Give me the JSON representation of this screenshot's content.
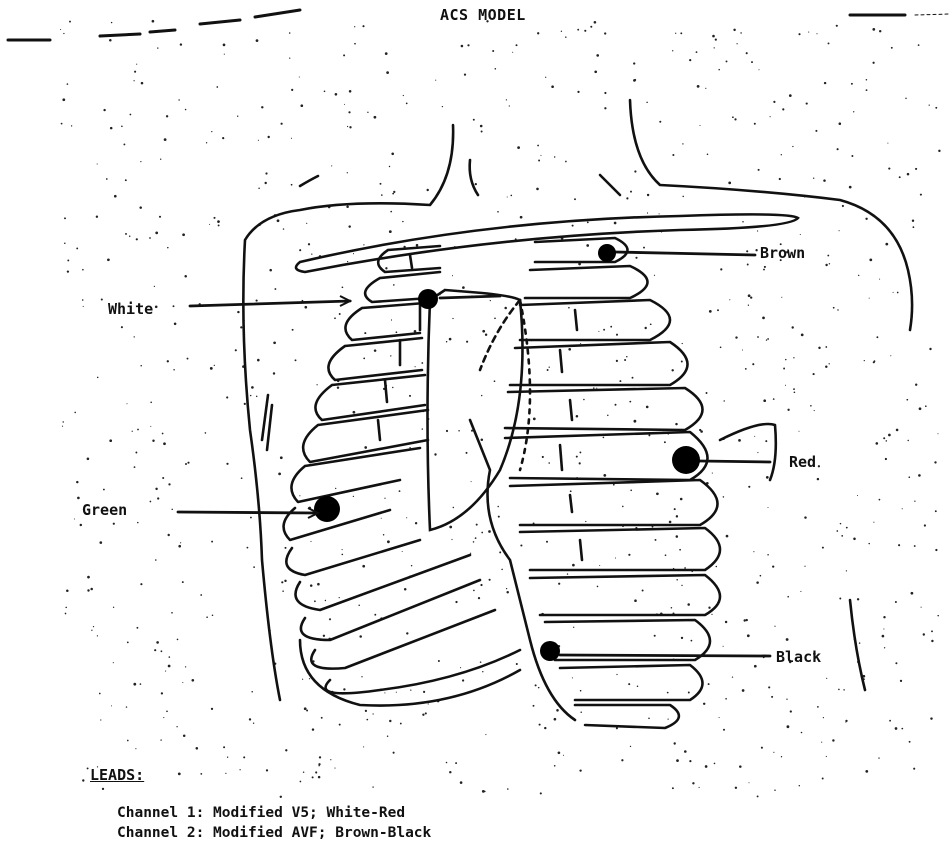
{
  "title": "ACS MODEL",
  "electrodes": [
    {
      "id": "brown",
      "label": "Brown"
    },
    {
      "id": "white",
      "label": "White"
    },
    {
      "id": "red",
      "label": "Red"
    },
    {
      "id": "green",
      "label": "Green"
    },
    {
      "id": "black",
      "label": "Black"
    }
  ],
  "leads": {
    "heading": "LEADS:",
    "lines": [
      "Channel 1: Modified V5; White-Red",
      "Channel 2: Modified AVF; Brown-Black"
    ]
  },
  "colors": {
    "ink": "#111111",
    "paper": "#ffffff"
  }
}
